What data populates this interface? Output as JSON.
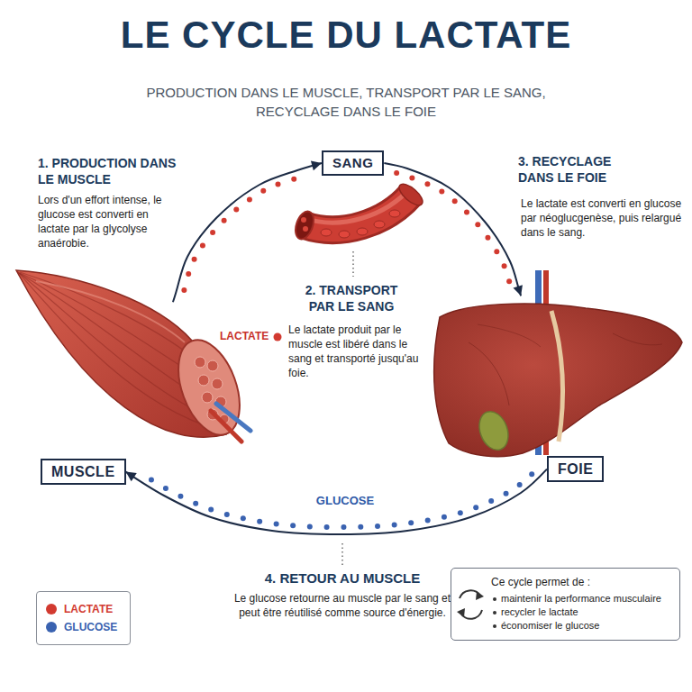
{
  "diagram": {
    "title": "LE CYCLE DU LACTATE",
    "nodes": [
      {
        "text": [
          "SANG"
        ]
      },
      {
        "text": [
          "MUSCLE"
        ]
      },
      {
        "text": [
          "FOIE"
        ]
      },
      {
        "text": [
          "Ce cycle permet de :",
          "maintenir la performance musculaire",
          "recycler le lactate",
          "économiser le glucose"
        ]
      }
    ],
    "edges": [
      {
        "from": 1,
        "to": 0,
        "arrow": "to"
      },
      {
        "from": 0,
        "to": 2,
        "arrow": "to"
      },
      {
        "from": 2,
        "to": 1,
        "label": "GLUCOSE",
        "arrow": "to"
      }
    ],
    "labels": [
      "PRODUCTION DANS LE MUSCLE, TRANSPORT PAR LE SANG, RECYCLAGE DANS LE FOIE",
      "1. PRODUCTION DANS LE MUSCLE",
      "Lors d'un effort intense, le glucose est converti en lactate par la glycolyse anaérobie.",
      "2. TRANSPORT PAR LE SANG",
      "Le lactate produit par le muscle est libéré dans le sang et transporté jusqu'au foie.",
      "3. RECYCLAGE DANS LE FOIE",
      "Le lactate est converti en glucose par néoglucgenèse, puis relargué dans le sang.",
      "LACTATE",
      "4. RETOUR AU MUSCLE",
      "Le glucose retourne au muscle par le sang et peut être réutilisé comme source d'énergie."
    ],
    "legend": [
      {
        "text": "LACTATE",
        "color": "#d23a30"
      },
      {
        "text": "GLUCOSE",
        "color": "#3a62b0"
      }
    ]
  }
}
